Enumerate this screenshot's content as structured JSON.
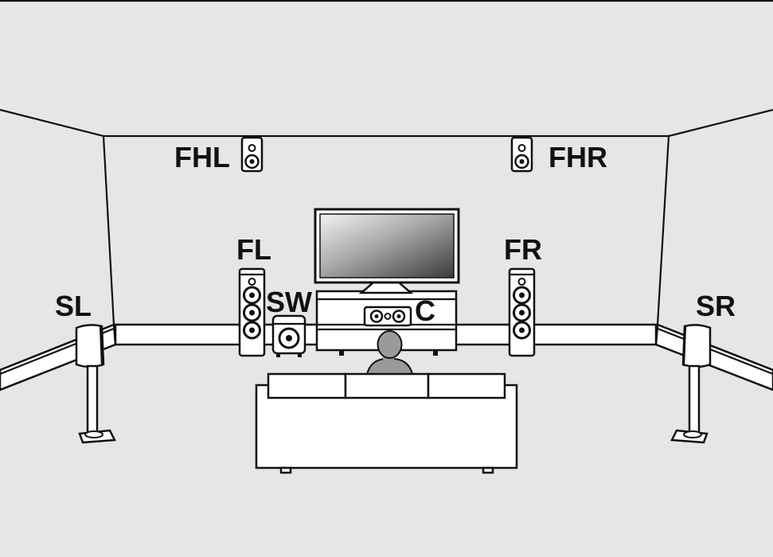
{
  "labels": {
    "fhl": "FHL",
    "fhr": "FHR",
    "fl": "FL",
    "fr": "FR",
    "sl": "SL",
    "sr": "SR",
    "sw": "SW",
    "c": "C"
  },
  "colors": {
    "background": "#e6e6e6",
    "line": "#111111",
    "listener": "#9a9a9a"
  }
}
